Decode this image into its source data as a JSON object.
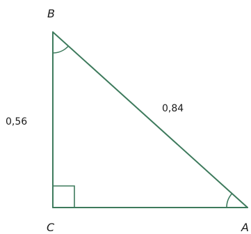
{
  "triangle": {
    "vertices": {
      "a": "A",
      "b": "B",
      "c": "C"
    },
    "side_lengths": {
      "bc": "0,56",
      "ab": "0,84"
    },
    "right_angle_at": "C",
    "marked_angles": [
      "A",
      "B"
    ]
  },
  "colors": {
    "stroke": "#3d7a5c",
    "text": "#1a1a1a"
  }
}
